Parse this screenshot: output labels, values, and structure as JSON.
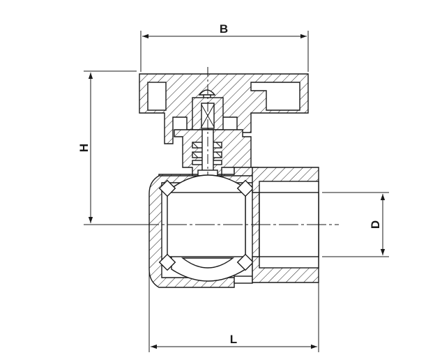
{
  "diagram": {
    "dimensions": {
      "B": "B",
      "H": "H",
      "D": "D",
      "L": "L"
    }
  }
}
